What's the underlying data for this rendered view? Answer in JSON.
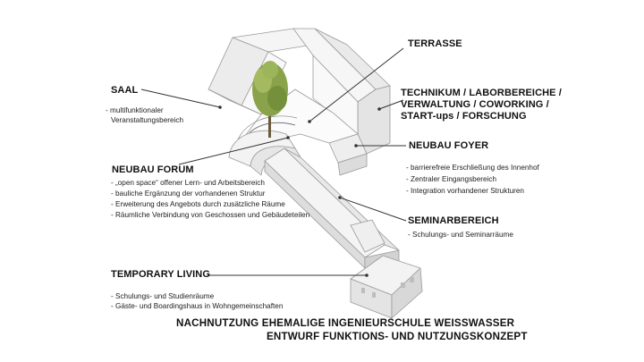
{
  "labels": {
    "terrasse": "TERRASSE",
    "saal": {
      "heading": "SAAL",
      "bullets": [
        "- multifunktionaler",
        "Veranstaltungsbereich"
      ]
    },
    "technikum": {
      "lines": [
        "TECHNIKUM / LABORBEREICHE /",
        "VERWALTUNG / COWORKING /",
        "START-ups / FORSCHUNG"
      ]
    },
    "neubau_foyer": {
      "heading": "NEUBAU FOYER",
      "bullets": [
        "- barrierefreie Erschließung des Innenhof",
        "- Zentraler Eingangsbereich",
        "- Integration vorhandener Strukturen"
      ]
    },
    "neubau_forum": {
      "heading": "NEUBAU FORUM",
      "bullets": [
        "- „open space“ offener Lern- und Arbeitsbereich",
        "- bauliche Ergänzung der vorhandenen Struktur",
        "- Erweiterung des Angebots durch zusätzliche Räume",
        "- Räumliche Verbindung von Geschossen und Gebäudeteilen"
      ]
    },
    "seminarbereich": {
      "heading": "SEMINARBEREICH",
      "bullets": [
        "- Schulungs- und Seminarräume"
      ]
    },
    "temporary_living": {
      "heading": "TEMPORARY LIVING",
      "bullets": [
        "- Schulungs- und Studienräume",
        "- Gäste- und Boardingshaus in Wohngemeinschaften"
      ]
    }
  },
  "title": {
    "line1": "NACHNUTZUNG EHEMALIGE INGENIEURSCHULE WEISSWASSER",
    "line2": "ENTWURF FUNKTIONS- UND NUTZUNGSKONZEPT"
  },
  "colors": {
    "roof": "#f4f4f4",
    "wall": "#e2e2e2",
    "outline": "#9a9a9a",
    "tree": "#8aa24a",
    "leader": "#333333"
  }
}
